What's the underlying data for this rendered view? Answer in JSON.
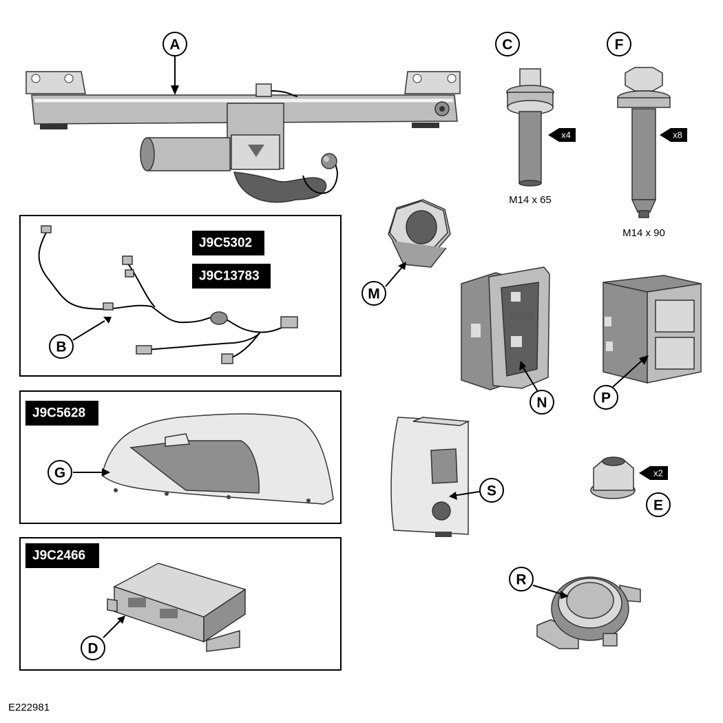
{
  "reference": "E222981",
  "callouts": {
    "A": "A",
    "B": "B",
    "C": "C",
    "D": "D",
    "E": "E",
    "F": "F",
    "G": "G",
    "M": "M",
    "N": "N",
    "P": "P",
    "R": "R",
    "S": "S"
  },
  "part_numbers": {
    "harness_1": "J9C5302",
    "harness_2": "J9C13783",
    "trim": "J9C5628",
    "module": "J9C2466"
  },
  "bolt_specs": {
    "C": "M14 x 65",
    "F": "M14 x 90"
  },
  "quantities": {
    "C": "x4",
    "F": "x8",
    "E": "x2"
  }
}
